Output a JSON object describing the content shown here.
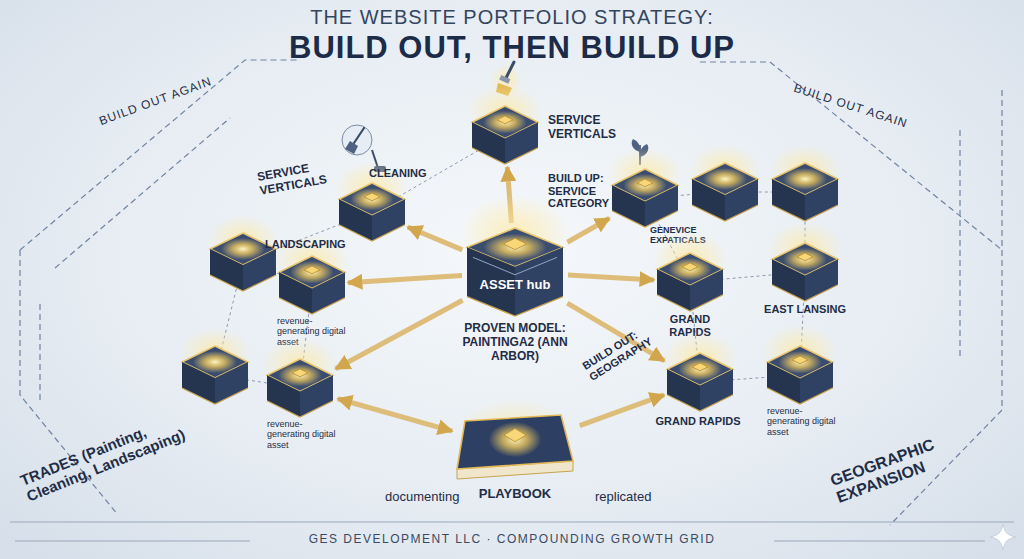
{
  "diagram": {
    "title": "THE WEBSITE PORTFOLIO STRATEGY:",
    "caption": "GES DEVELOPMENT LLC · COMPOUNDING GROWTH GRID",
    "nodes": [
      {
        "text": [
          "SERVICE VERTICALS"
        ]
      },
      {
        "text": [
          "CLEANING"
        ]
      },
      {
        "text": [
          "GENEVICE EXPATICALS"
        ]
      },
      {
        "text": [
          "LANDSCAPING",
          "revenue-generating digital asset"
        ]
      },
      {
        "text": [
          "ASSET hub",
          "PROVEN MODEL: PAINTINGA2 (ANN ARBOR)"
        ]
      },
      {
        "text": [
          "GRAND RAPIDS"
        ]
      },
      {
        "text": [
          "EAST LANSING"
        ]
      },
      {
        "text": [
          "revenue-generating digital asset"
        ]
      },
      {
        "text": [
          "GRAND RAPIDS"
        ]
      },
      {
        "text": [
          "revenue-generating digital asset"
        ]
      },
      {
        "text": [
          "PLAYBOOK"
        ]
      }
    ],
    "edges": [
      {
        "from": 4,
        "to": 0,
        "arrow": "to",
        "label": "BUILD UP: SERVICE CATEGORY"
      },
      {
        "from": 4,
        "to": 1,
        "arrow": "to"
      },
      {
        "from": 4,
        "to": 2,
        "arrow": "to"
      },
      {
        "from": 4,
        "to": 3,
        "arrow": "to"
      },
      {
        "from": 4,
        "to": 5,
        "arrow": "to"
      },
      {
        "from": 4,
        "to": 7,
        "arrow": "to"
      },
      {
        "from": 4,
        "to": 8,
        "arrow": "to",
        "label": "BUILD OUT: GEOGRAPHY"
      },
      {
        "from": 7,
        "to": 10,
        "arrow": "both",
        "label": "documenting"
      },
      {
        "from": 10,
        "to": 8,
        "arrow": "to",
        "label": "replicated"
      }
    ],
    "labels": [
      "BUILD OUT, THEN BUILD UP",
      "BUILD OUT AGAIN",
      "BUILD OUT AGAIN",
      "SERVICE VERTICALS",
      "TRADES (Painting, Cleaning, Landscaping)",
      "GEOGRAPHIC EXPANSION"
    ]
  }
}
